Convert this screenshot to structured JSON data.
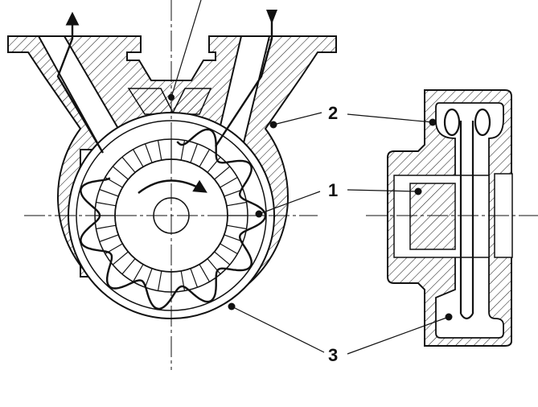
{
  "diagram": {
    "callouts": [
      {
        "id": "1",
        "label": "1"
      },
      {
        "id": "2",
        "label": "2"
      },
      {
        "id": "3",
        "label": "3"
      }
    ],
    "colors": {
      "line": "#111111",
      "background": "#ffffff"
    }
  }
}
